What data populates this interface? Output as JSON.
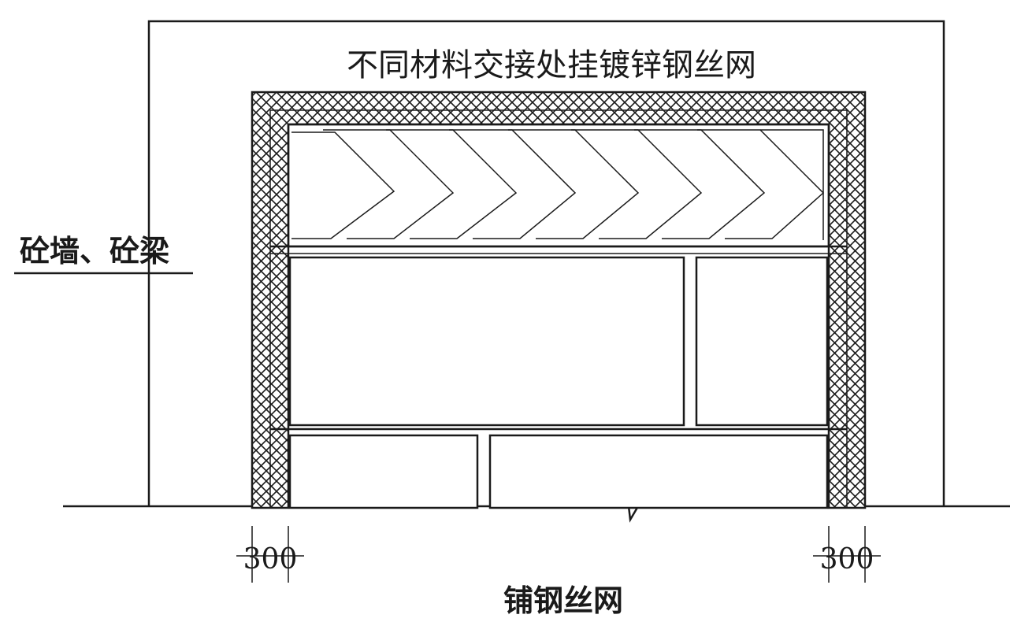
{
  "title": "不同材料交接处挂镀锌钢丝网",
  "side_label": "砼墙、砼梁",
  "bottom_label": "铺钢丝网",
  "dimension_left": "300",
  "dimension_right": "300",
  "colors": {
    "line": "#1a1a1a",
    "background": "#ffffff"
  }
}
